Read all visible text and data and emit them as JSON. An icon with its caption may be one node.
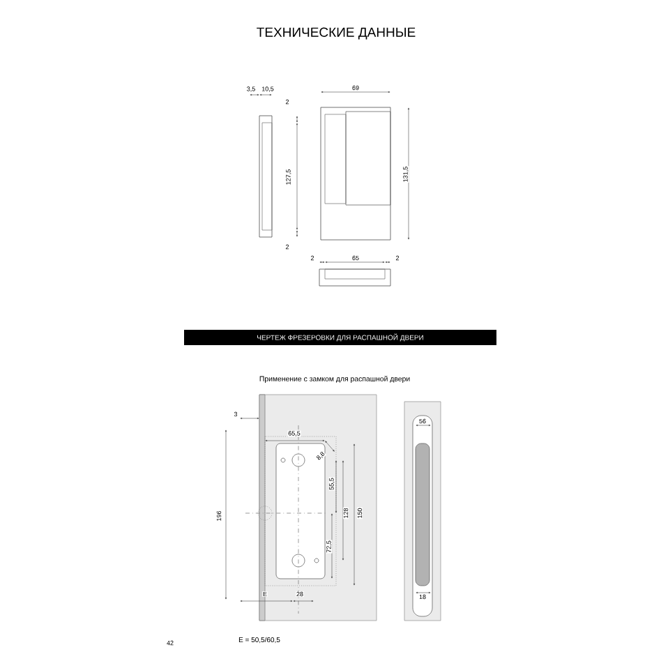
{
  "diagram": {
    "title": "ТЕХНИЧЕСКИЕ ДАННЫЕ",
    "nodes": [
      {
        "text": [
          "ЧЕРТЕЖ ФРЕЗЕРОВКИ ДЛЯ РАСПАШНОЙ ДВЕРИ"
        ]
      }
    ],
    "labels": [
      "3,5",
      "10,5",
      "69",
      "2",
      "127,5",
      "131,5",
      "2",
      "2",
      "65",
      "2",
      "Применение с замком для распашной двери",
      "3",
      "65,5",
      "8,8",
      "196",
      "55,5",
      "128",
      "150",
      "72,5",
      "E",
      "28",
      "56",
      "18",
      "E = 50,5/60,5",
      "42"
    ]
  }
}
